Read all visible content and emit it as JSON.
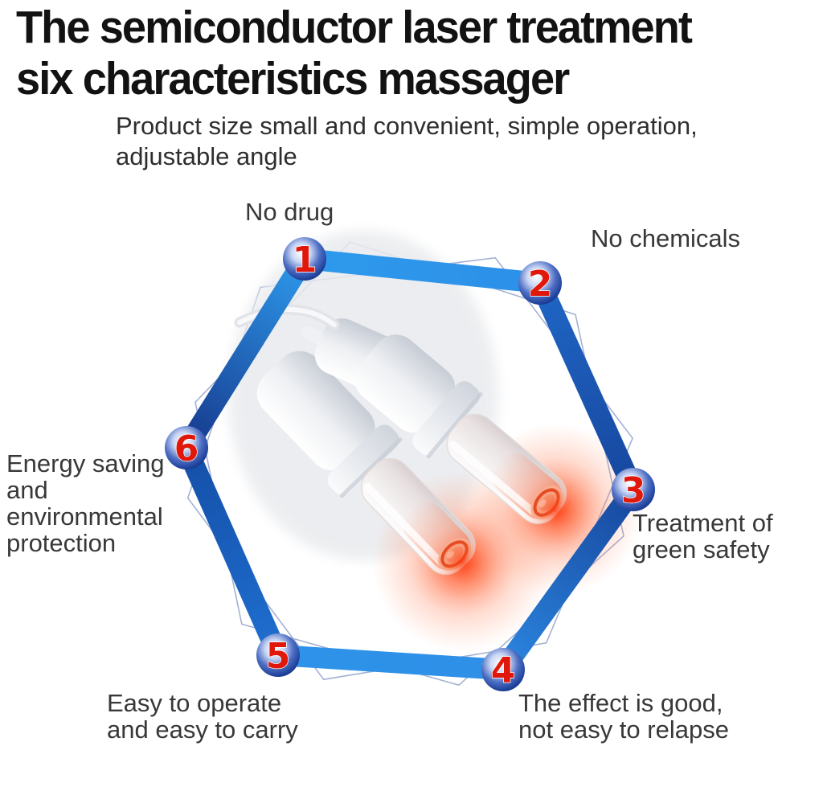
{
  "page": {
    "background_color": "#ffffff"
  },
  "header": {
    "title_line1": "The semiconductor laser treatment",
    "title_line2": "six characteristics massager",
    "subtitle_line1": "Product size small and convenient, simple operation,",
    "subtitle_line2": "adjustable angle"
  },
  "diagram": {
    "shape": "hexagon",
    "features": [
      {
        "num": "1",
        "lines": [
          "No drug"
        ]
      },
      {
        "num": "2",
        "lines": [
          "No chemicals"
        ]
      },
      {
        "num": "3",
        "lines": [
          "Treatment of",
          "green safety"
        ]
      },
      {
        "num": "4",
        "lines": [
          "The effect is good,",
          "not easy to relapse"
        ]
      },
      {
        "num": "5",
        "lines": [
          "Easy to operate",
          "and easy to carry"
        ]
      },
      {
        "num": "6",
        "lines": [
          "Energy saving",
          "and",
          "environmental",
          "protection"
        ]
      }
    ],
    "colors": {
      "edge_bright_blue": "#2E9AEC",
      "edge_medium_blue": "#1F66C6",
      "edge_dark_blue": "#16388C",
      "node_sphere_blue": "#10266A",
      "node_number_red": "#E0180C",
      "outline_hexagon": "#9AA9CE"
    }
  },
  "product": {
    "tip_glow_color": "#FF5A2A",
    "body_color": "#EDEFF2"
  }
}
